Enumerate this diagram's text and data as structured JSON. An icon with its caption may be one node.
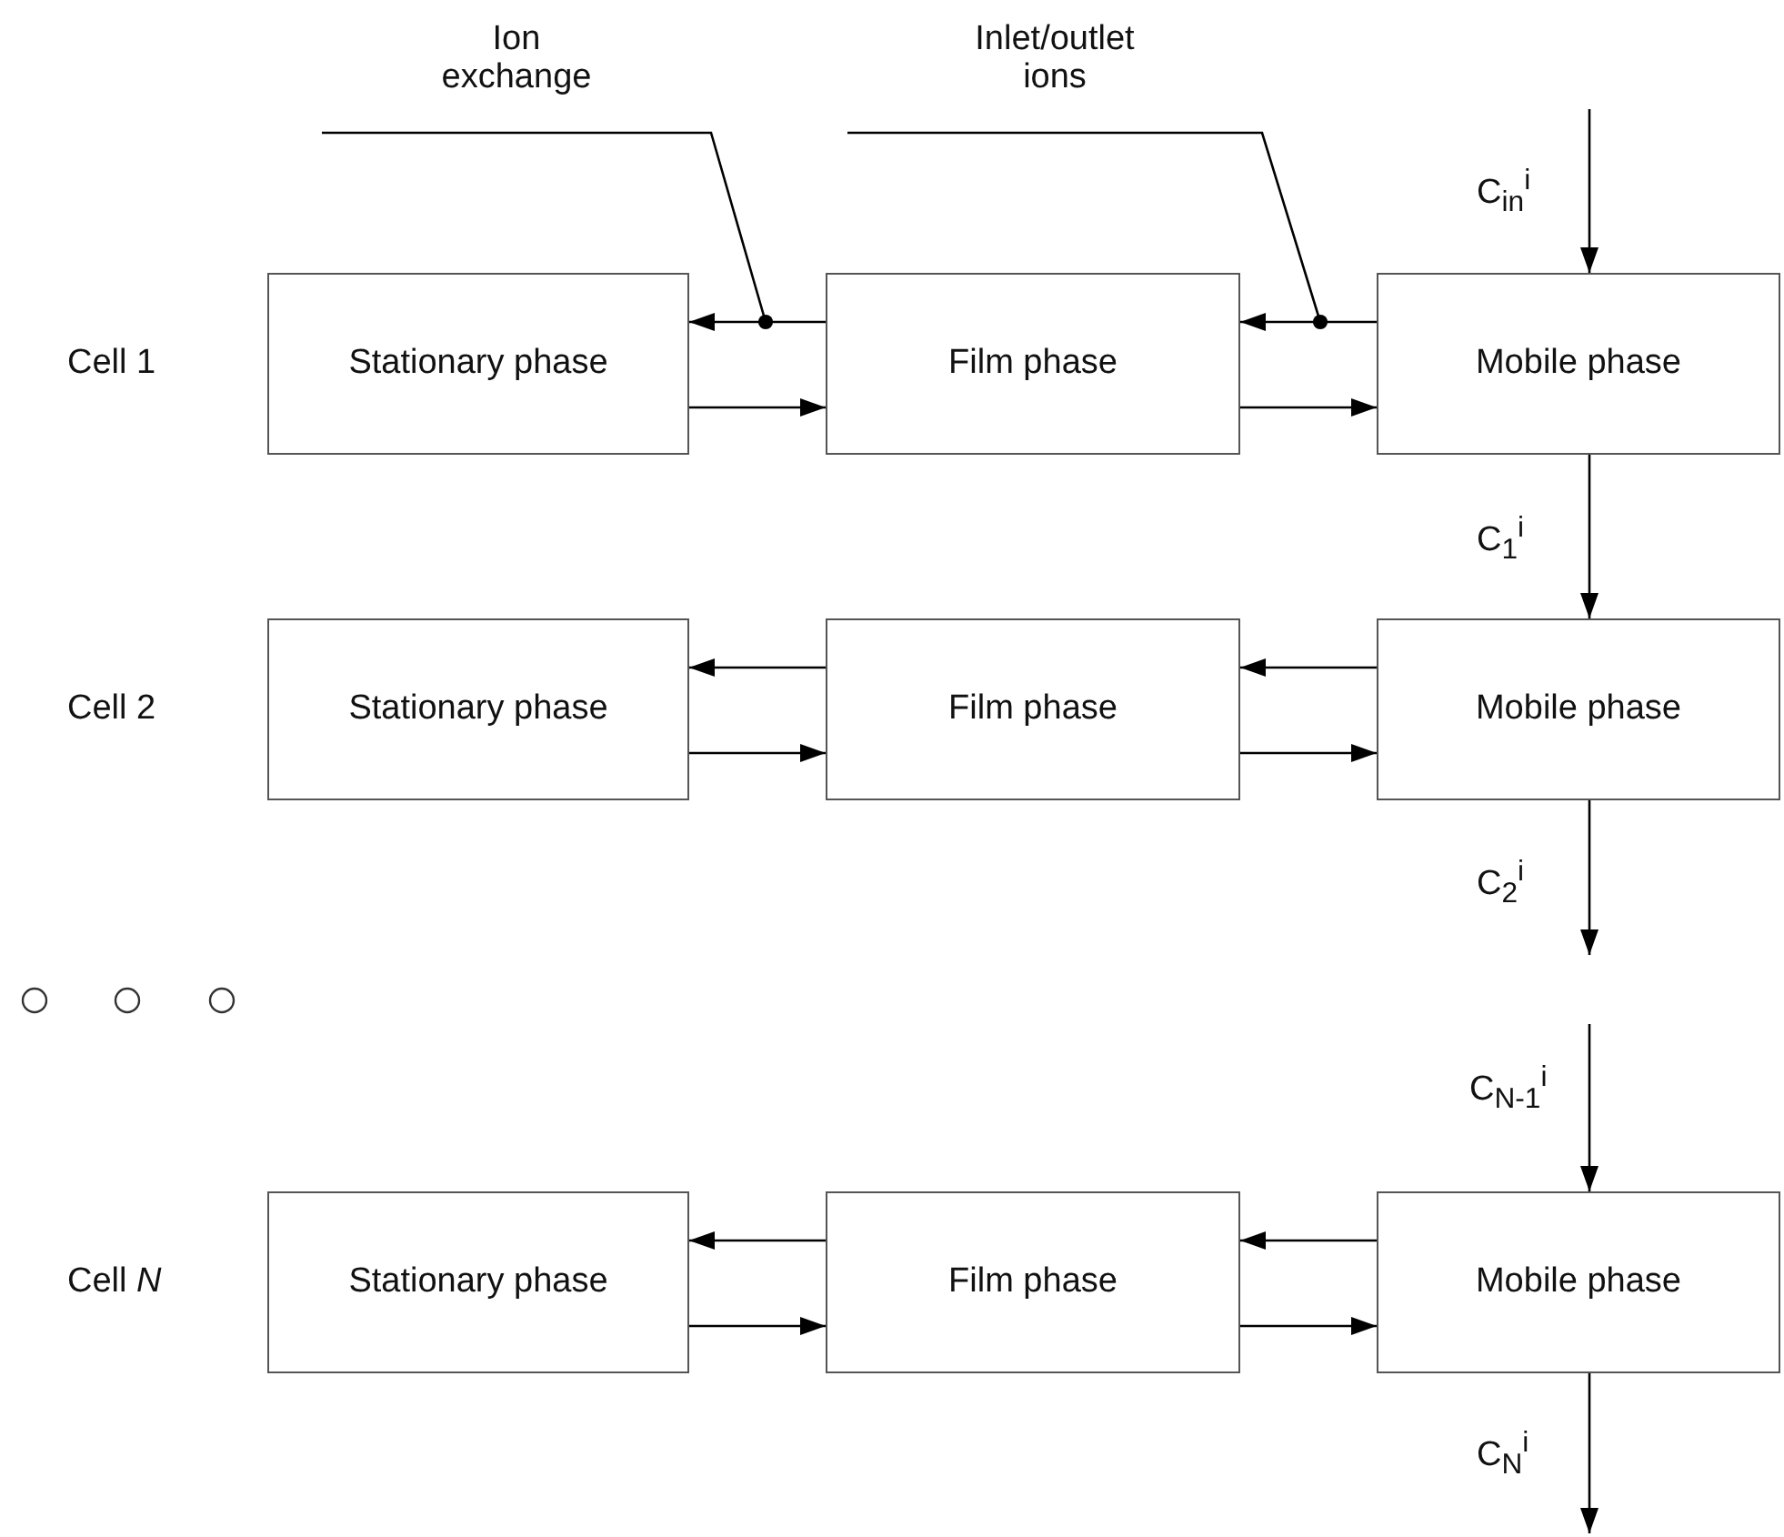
{
  "diagram": {
    "nodes": [
      {
        "text": [
          "Ion exchange"
        ]
      },
      {
        "text": [
          "Inlet/outlet ions"
        ]
      },
      {
        "text": [
          "Stationary phase"
        ]
      },
      {
        "text": [
          "Film phase"
        ]
      },
      {
        "text": [
          "Mobile phase"
        ]
      },
      {
        "text": [
          "Stationary phase"
        ]
      },
      {
        "text": [
          "Film phase"
        ]
      },
      {
        "text": [
          "Mobile phase"
        ]
      },
      {
        "text": [
          "Stationary phase"
        ]
      },
      {
        "text": [
          "Film phase"
        ]
      },
      {
        "text": [
          "Mobile phase"
        ]
      }
    ],
    "edges": [
      {
        "from": 0,
        "to": null,
        "arrow": "other"
      },
      {
        "from": 1,
        "to": null,
        "arrow": "other"
      },
      {
        "from": null,
        "to": 4,
        "arrow": "to",
        "label": "C$_{in}$$^{i}$"
      },
      {
        "from": 3,
        "to": 2,
        "arrow": "to"
      },
      {
        "from": 2,
        "to": 3,
        "arrow": "to"
      },
      {
        "from": 4,
        "to": 3,
        "arrow": "to"
      },
      {
        "from": 3,
        "to": 4,
        "arrow": "to"
      },
      {
        "from": 4,
        "to": 7,
        "arrow": "to",
        "label": "C$_{1}$$^{i}$"
      },
      {
        "from": 6,
        "to": 5,
        "arrow": "to"
      },
      {
        "from": 5,
        "to": 6,
        "arrow": "to"
      },
      {
        "from": 7,
        "to": 6,
        "arrow": "to"
      },
      {
        "from": 6,
        "to": 7,
        "arrow": "to"
      },
      {
        "from": 7,
        "to": null,
        "arrow": "to",
        "label": "C$_{2}$$^{i}$"
      },
      {
        "from": null,
        "to": 10,
        "arrow": "to",
        "label": "C$_{N-1}$$^{i}$"
      },
      {
        "from": 9,
        "to": 8,
        "arrow": "to"
      },
      {
        "from": 8,
        "to": 9,
        "arrow": "to"
      },
      {
        "from": 10,
        "to": 9,
        "arrow": "to"
      },
      {
        "from": 9,
        "to": 10,
        "arrow": "to"
      },
      {
        "from": 10,
        "to": null,
        "arrow": "to",
        "label": "C$_{N}$$^{i}$"
      }
    ],
    "labels": [
      "Cell 1",
      "Cell 2",
      "Cell *N*"
    ]
  }
}
